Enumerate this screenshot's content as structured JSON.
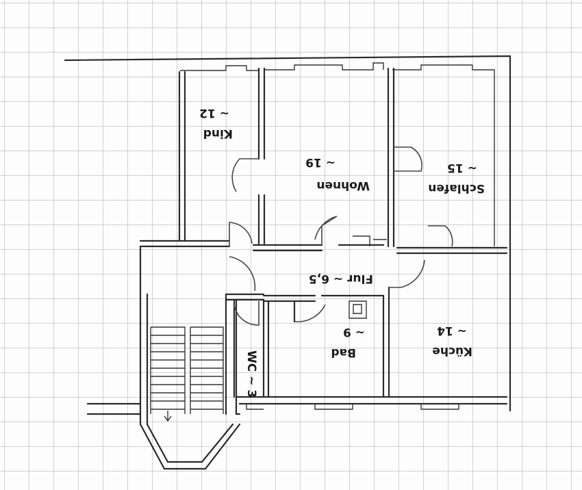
{
  "plan": {
    "rooms": [
      {
        "id": "kind",
        "name": "Kind",
        "area": "~ 12"
      },
      {
        "id": "wohnen",
        "name": "Wohnen",
        "area": "~ 19"
      },
      {
        "id": "schlafen",
        "name": "Schlafen",
        "area": "~ 15"
      },
      {
        "id": "flur",
        "name": "Flur ~ 6,5"
      },
      {
        "id": "kueche",
        "name": "Küche",
        "area": "~ 14"
      },
      {
        "id": "bad",
        "name": "Bad",
        "area": "~ 9"
      },
      {
        "id": "wc",
        "name": "WC ~ 3"
      }
    ],
    "colors": {
      "grid": "#9a9a9a",
      "ink": "#2a2a2a",
      "paper": "#fdfdfd"
    }
  }
}
